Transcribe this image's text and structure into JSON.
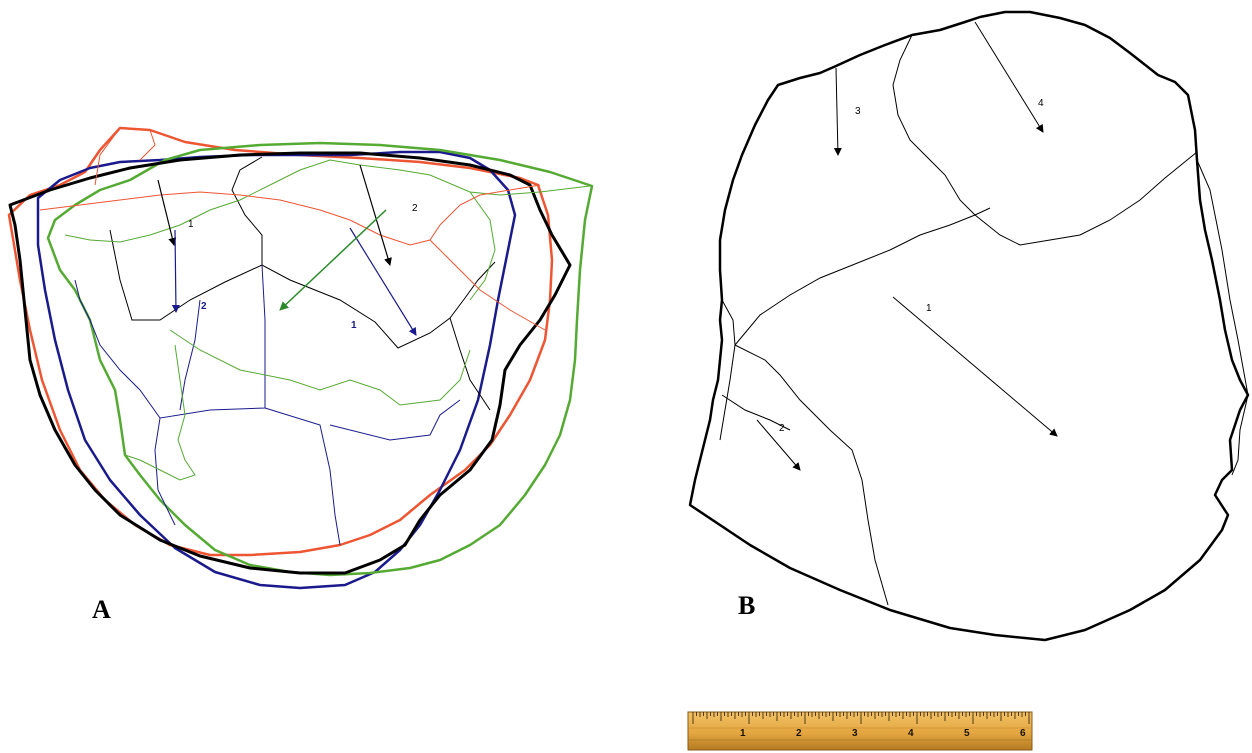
{
  "panels": {
    "a": {
      "label": "A"
    },
    "b": {
      "label": "B"
    }
  },
  "panel_a": {
    "outlines": [
      {
        "name": "red",
        "color": "#ee5533"
      },
      {
        "name": "navy",
        "color": "#1a1a8c"
      },
      {
        "name": "green",
        "color": "#55aa33"
      },
      {
        "name": "black",
        "color": "#000000"
      }
    ],
    "arrow_labels": [
      {
        "text": "1",
        "color": "black"
      },
      {
        "text": "2",
        "color": "black"
      },
      {
        "text": "2",
        "color": "blue"
      },
      {
        "text": "1",
        "color": "blue"
      }
    ]
  },
  "panel_b": {
    "arrow_labels": [
      "1",
      "2",
      "3",
      "4"
    ]
  },
  "ruler": {
    "numbers": [
      "1",
      "2",
      "3",
      "4",
      "5",
      "6"
    ]
  }
}
